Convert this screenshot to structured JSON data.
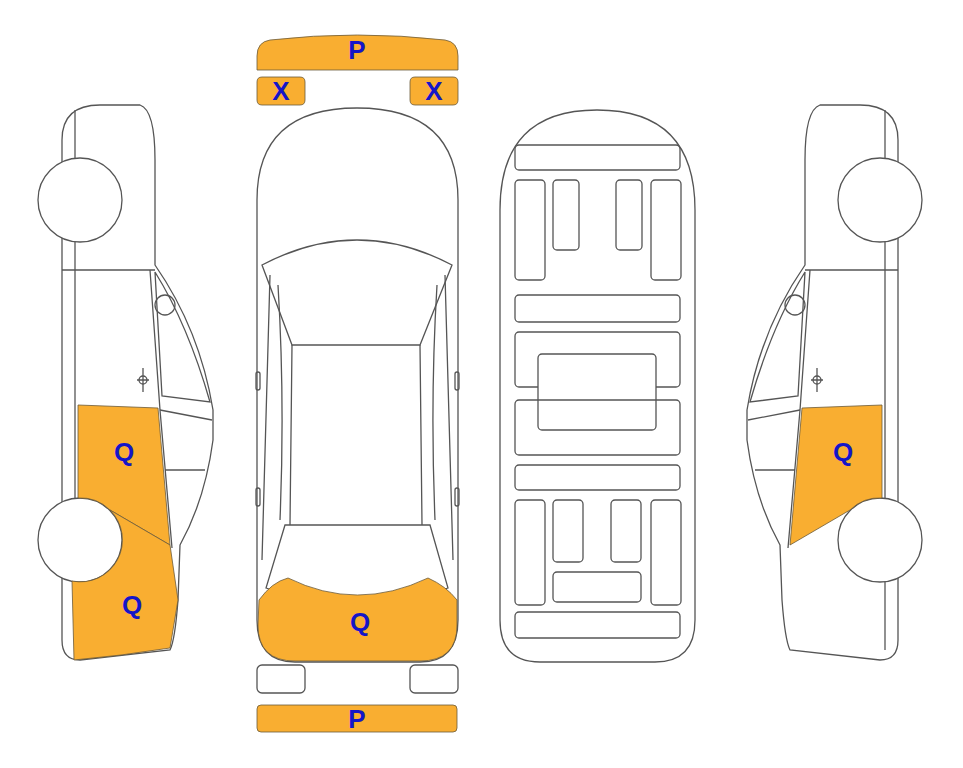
{
  "diagram": {
    "nodes": [
      {
        "text": [
          "P"
        ]
      },
      {
        "text": [
          "X"
        ]
      },
      {
        "text": [
          "X"
        ]
      },
      {
        "text": [
          "Q"
        ]
      },
      {
        "text": [
          "Q"
        ]
      },
      {
        "text": [
          "Q"
        ]
      },
      {
        "text": [
          "Q"
        ]
      },
      {
        "text": [
          "P"
        ]
      }
    ]
  }
}
